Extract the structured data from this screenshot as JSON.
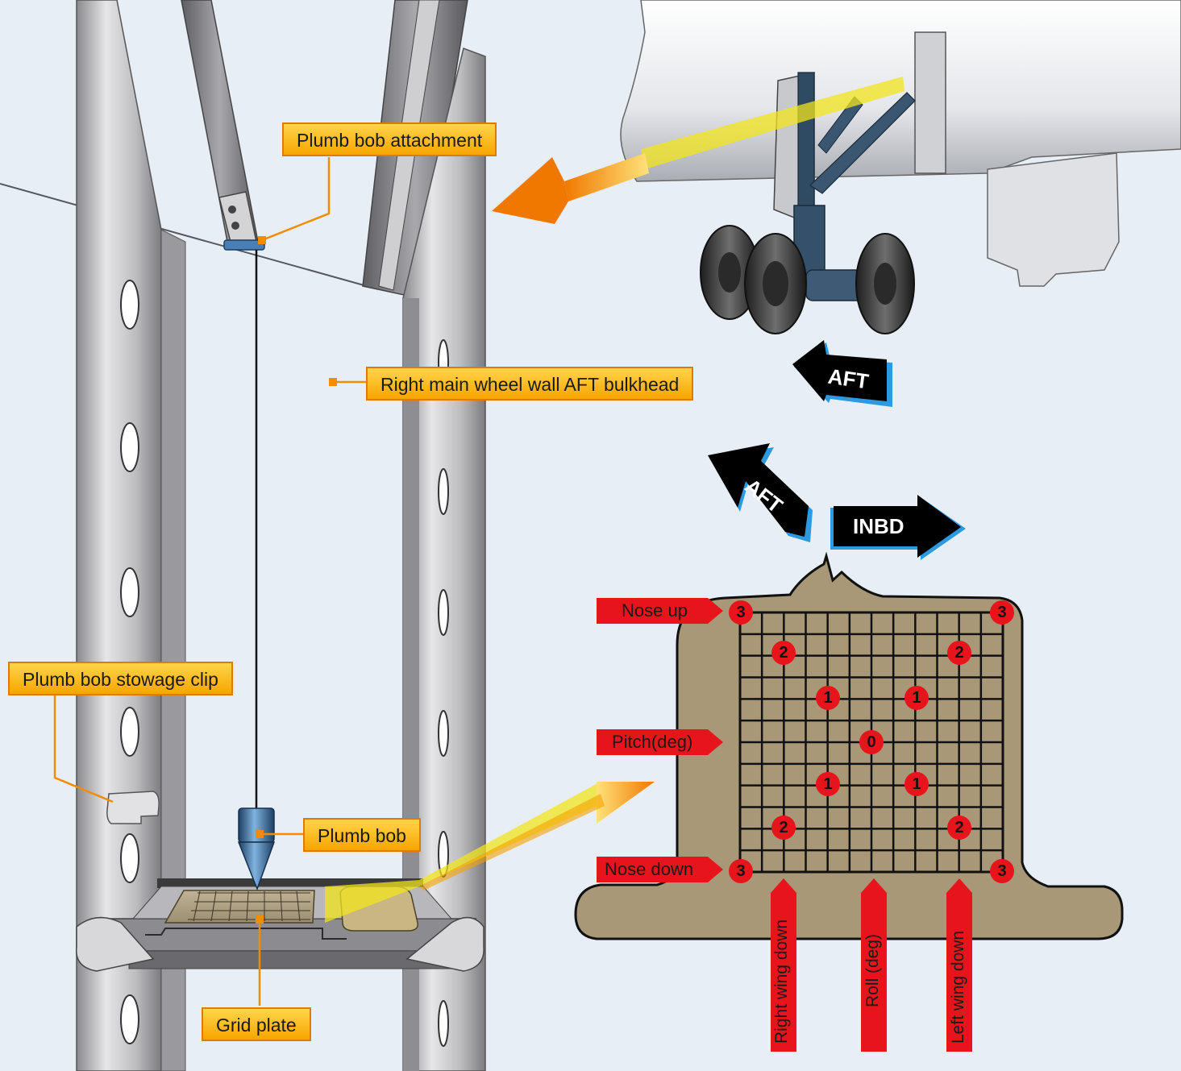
{
  "callouts": {
    "attachment": "Plumb bob attachment",
    "bulkhead": "Right main wheel wall AFT bulkhead",
    "stowage_clip": "Plumb bob stowage clip",
    "plumb_bob": "Plumb bob",
    "grid_plate": "Grid plate"
  },
  "directions": {
    "aft_upper": "AFT",
    "aft_lower": "AFT",
    "inbd": "INBD"
  },
  "grid_labels": {
    "nose_up": "Nose up",
    "pitch": "Pitch(deg)",
    "nose_down": "Nose down",
    "right_wing_down": "Right wing down",
    "roll": "Roll (deg)",
    "left_wing_down": "Left wing down"
  },
  "grid_numbers": {
    "top_left": "3",
    "top_right": "3",
    "r2_left": "2",
    "r2_right": "2",
    "r1_left": "1",
    "r1_right": "1",
    "center": "0",
    "r1b_left": "1",
    "r1b_right": "1",
    "r2b_left": "2",
    "r2b_right": "2",
    "bottom_left": "3",
    "bottom_right": "3"
  },
  "colors": {
    "callout_fill": "#f7b400",
    "callout_border": "#e07a00",
    "red_arrow": "#e8141c",
    "plate": "#a89878",
    "orange_arrow": "#f28c00",
    "yellow_beam": "#f0e020"
  }
}
